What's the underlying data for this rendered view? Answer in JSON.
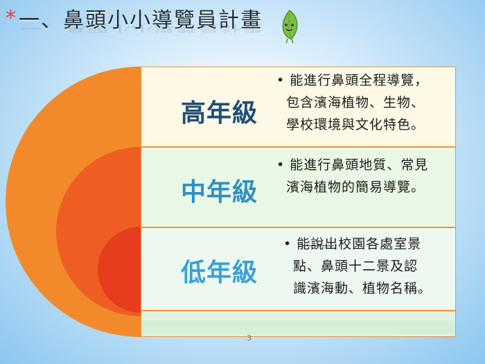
{
  "header": {
    "bullet": "*",
    "title": "一、鼻頭小小導覽員計畫",
    "mascot_icon": "leaf-mascot-icon"
  },
  "levels": [
    {
      "grade": "高年級",
      "lines": [
        "• 能進行鼻頭全程導覽，",
        "包含濱海植物、生物、",
        "學校環境與文化特色。"
      ]
    },
    {
      "grade": "中年級",
      "lines": [
        "• 能進行鼻頭地質、常見",
        "濱海植物的簡易導覽。"
      ]
    },
    {
      "grade": "低年級",
      "lines": [
        "• 能說出校園各處室景",
        "點、鼻頭十二景及認",
        "識濱海動、植物名稱。"
      ]
    }
  ],
  "footer": {
    "page_number": "3"
  },
  "colors": {
    "outer_arc": "#f28a2b",
    "middle_arc": "#ee5e22",
    "inner_arc": "#e53d1d",
    "row_border": "#f0913a",
    "high_text": "#1f4e79",
    "mid_text": "#2e8fc4",
    "low_text": "#3aa0d6"
  }
}
